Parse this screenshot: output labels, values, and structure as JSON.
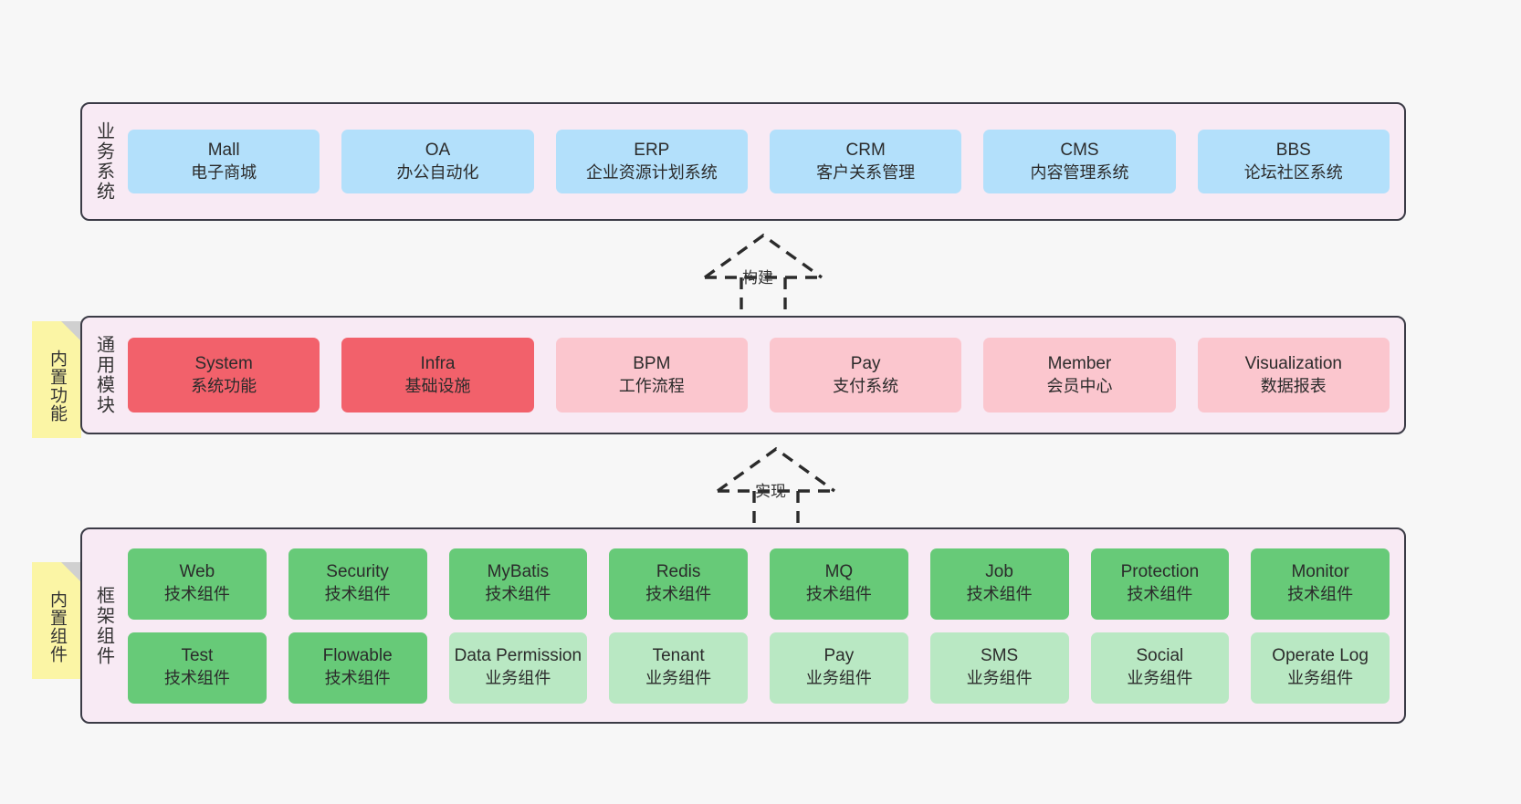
{
  "diagram": {
    "background_color": "#f7f7f7",
    "layer_fill": "#f8eaf4",
    "layer_border": "#3b3b46",
    "note_color": "#fbf5a5"
  },
  "layers": [
    {
      "id": "business",
      "label": "业务系统",
      "rows": [
        {
          "cards": [
            {
              "title": "Mall",
              "subtitle": "电子商城",
              "color": "#b3e0fb",
              "style": "c-blue"
            },
            {
              "title": "OA",
              "subtitle": "办公自动化",
              "color": "#b3e0fb",
              "style": "c-blue"
            },
            {
              "title": "ERP",
              "subtitle": "企业资源计划系统",
              "color": "#b3e0fb",
              "style": "c-blue"
            },
            {
              "title": "CRM",
              "subtitle": "客户关系管理",
              "color": "#b3e0fb",
              "style": "c-blue"
            },
            {
              "title": "CMS",
              "subtitle": "内容管理系统",
              "color": "#b3e0fb",
              "style": "c-blue"
            },
            {
              "title": "BBS",
              "subtitle": "论坛社区系统",
              "color": "#b3e0fb",
              "style": "c-blue"
            }
          ]
        }
      ]
    },
    {
      "id": "modules",
      "label": "通用模块",
      "note": "内置功能",
      "rows": [
        {
          "cards": [
            {
              "title": "System",
              "subtitle": "系统功能",
              "color": "#f2616b",
              "style": "c-red"
            },
            {
              "title": "Infra",
              "subtitle": "基础设施",
              "color": "#f2616b",
              "style": "c-red"
            },
            {
              "title": "BPM",
              "subtitle": "工作流程",
              "color": "#fbc6ce",
              "style": "c-pink"
            },
            {
              "title": "Pay",
              "subtitle": "支付系统",
              "color": "#fbc6ce",
              "style": "c-pink"
            },
            {
              "title": "Member",
              "subtitle": "会员中心",
              "color": "#fbc6ce",
              "style": "c-pink"
            },
            {
              "title": "Visualization",
              "subtitle": "数据报表",
              "color": "#fbc6ce",
              "style": "c-pink"
            }
          ]
        }
      ]
    },
    {
      "id": "framework",
      "label": "框架组件",
      "note": "内置组件",
      "rows": [
        {
          "cards": [
            {
              "title": "Web",
              "subtitle": "技术组件",
              "color": "#67ca78",
              "style": "c-green"
            },
            {
              "title": "Security",
              "subtitle": "技术组件",
              "color": "#67ca78",
              "style": "c-green"
            },
            {
              "title": "MyBatis",
              "subtitle": "技术组件",
              "color": "#67ca78",
              "style": "c-green"
            },
            {
              "title": "Redis",
              "subtitle": "技术组件",
              "color": "#67ca78",
              "style": "c-green"
            },
            {
              "title": "MQ",
              "subtitle": "技术组件",
              "color": "#67ca78",
              "style": "c-green"
            },
            {
              "title": "Job",
              "subtitle": "技术组件",
              "color": "#67ca78",
              "style": "c-green"
            },
            {
              "title": "Protection",
              "subtitle": "技术组件",
              "color": "#67ca78",
              "style": "c-green"
            },
            {
              "title": "Monitor",
              "subtitle": "技术组件",
              "color": "#67ca78",
              "style": "c-green"
            }
          ]
        },
        {
          "cards": [
            {
              "title": "Test",
              "subtitle": "技术组件",
              "color": "#67ca78",
              "style": "c-green"
            },
            {
              "title": "Flowable",
              "subtitle": "技术组件",
              "color": "#67ca78",
              "style": "c-green"
            },
            {
              "title": "Data Permission",
              "subtitle": "业务组件",
              "color": "#b9e8c3",
              "style": "c-lightgreen",
              "wrap": true
            },
            {
              "title": "Tenant",
              "subtitle": "业务组件",
              "color": "#b9e8c3",
              "style": "c-lightgreen"
            },
            {
              "title": "Pay",
              "subtitle": "业务组件",
              "color": "#b9e8c3",
              "style": "c-lightgreen"
            },
            {
              "title": "SMS",
              "subtitle": "业务组件",
              "color": "#b9e8c3",
              "style": "c-lightgreen"
            },
            {
              "title": "Social",
              "subtitle": "业务组件",
              "color": "#b9e8c3",
              "style": "c-lightgreen"
            },
            {
              "title": "Operate Log",
              "subtitle": "业务组件",
              "color": "#b9e8c3",
              "style": "c-lightgreen"
            }
          ]
        }
      ]
    }
  ],
  "connectors": [
    {
      "id": "build",
      "label": "构建",
      "from": "modules",
      "to": "business",
      "style": "dashed-generalization"
    },
    {
      "id": "impl",
      "label": "实现",
      "from": "framework",
      "to": "modules",
      "style": "dashed-generalization"
    }
  ]
}
